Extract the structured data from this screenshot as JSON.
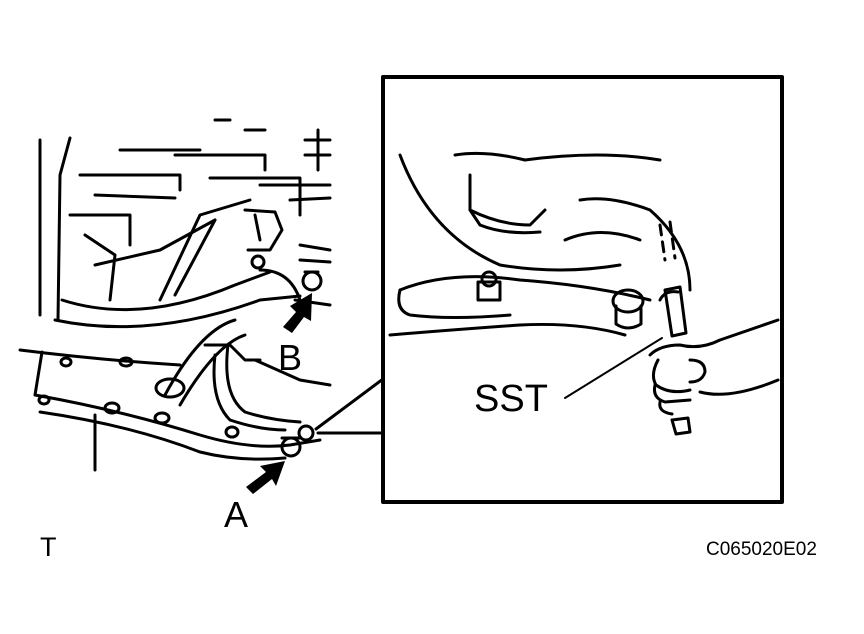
{
  "labels": {
    "a": "A",
    "b": "B",
    "sst": "SST",
    "t": "T",
    "code": "C065020E02"
  },
  "colors": {
    "ink": "#000000",
    "paper": "#ffffff"
  },
  "icons": {
    "arrow_a": "arrow-icon",
    "arrow_b": "arrow-icon"
  }
}
